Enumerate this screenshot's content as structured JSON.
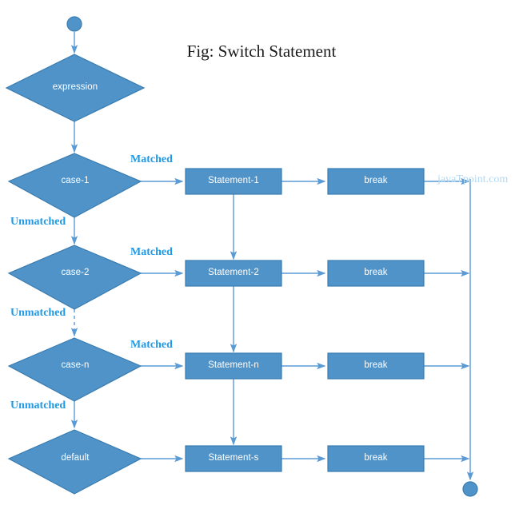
{
  "title": "Fig: Switch Statement",
  "watermark": "javaTpoint.com",
  "colors": {
    "shape_fill": "#4f93c8",
    "shape_stroke": "#3a7cb0",
    "connector": "#5b9bd5",
    "label_blue": "#1e9ae8",
    "watermark": "#b3d9f2",
    "node_text": "#ffffff",
    "title_text": "#1a1a1a",
    "background": "#ffffff"
  },
  "nodes": {
    "start": {
      "label": "",
      "shape": "circle"
    },
    "end": {
      "label": "",
      "shape": "circle"
    },
    "expression": {
      "label": "expression",
      "shape": "diamond"
    },
    "case1": {
      "label": "case-1",
      "shape": "diamond"
    },
    "case2": {
      "label": "case-2",
      "shape": "diamond"
    },
    "casen": {
      "label": "case-n",
      "shape": "diamond"
    },
    "default": {
      "label": "default",
      "shape": "diamond"
    },
    "statement1": {
      "label": "Statement-1",
      "shape": "rect"
    },
    "statement2": {
      "label": "Statement-2",
      "shape": "rect"
    },
    "statementn": {
      "label": "Statement-n",
      "shape": "rect"
    },
    "statements": {
      "label": "Statement-s",
      "shape": "rect"
    },
    "break1": {
      "label": "break",
      "shape": "rect"
    },
    "break2": {
      "label": "break",
      "shape": "rect"
    },
    "breakn": {
      "label": "break",
      "shape": "rect"
    },
    "breaks": {
      "label": "break",
      "shape": "rect"
    }
  },
  "edge_labels": {
    "matched1": "Matched",
    "matched2": "Matched",
    "matchedn": "Matched",
    "unmatched1": "Unmatched",
    "unmatched2": "Unmatched",
    "unmatchedn": "Unmatched"
  }
}
